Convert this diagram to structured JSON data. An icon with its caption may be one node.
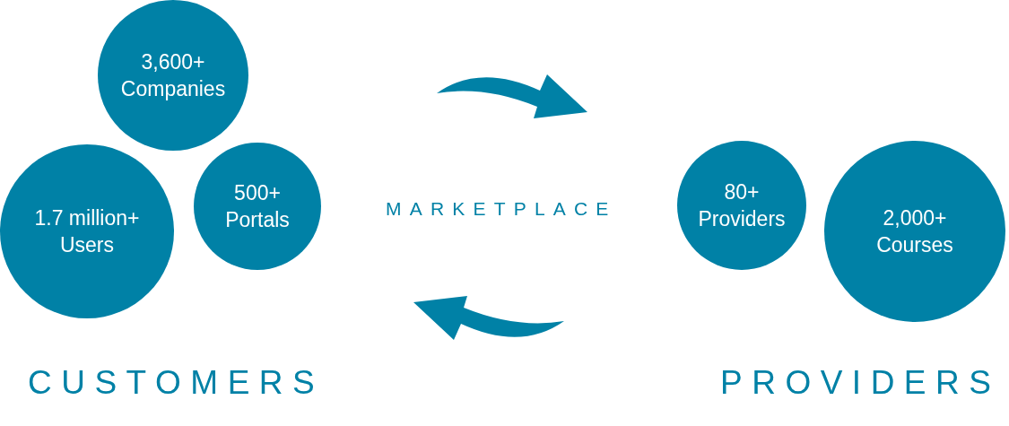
{
  "diagram": {
    "nodes": [
      {
        "text": [
          "3,600+ Companies"
        ]
      },
      {
        "text": [
          "1.7 million+ Users"
        ]
      },
      {
        "text": [
          "500+ Portals"
        ]
      },
      {
        "text": [
          "80+ Providers"
        ]
      },
      {
        "text": [
          "2,000+ Courses"
        ]
      }
    ],
    "labels": [
      "MARKETPLACE",
      "CUSTOMERS",
      "PROVIDERS"
    ]
  }
}
